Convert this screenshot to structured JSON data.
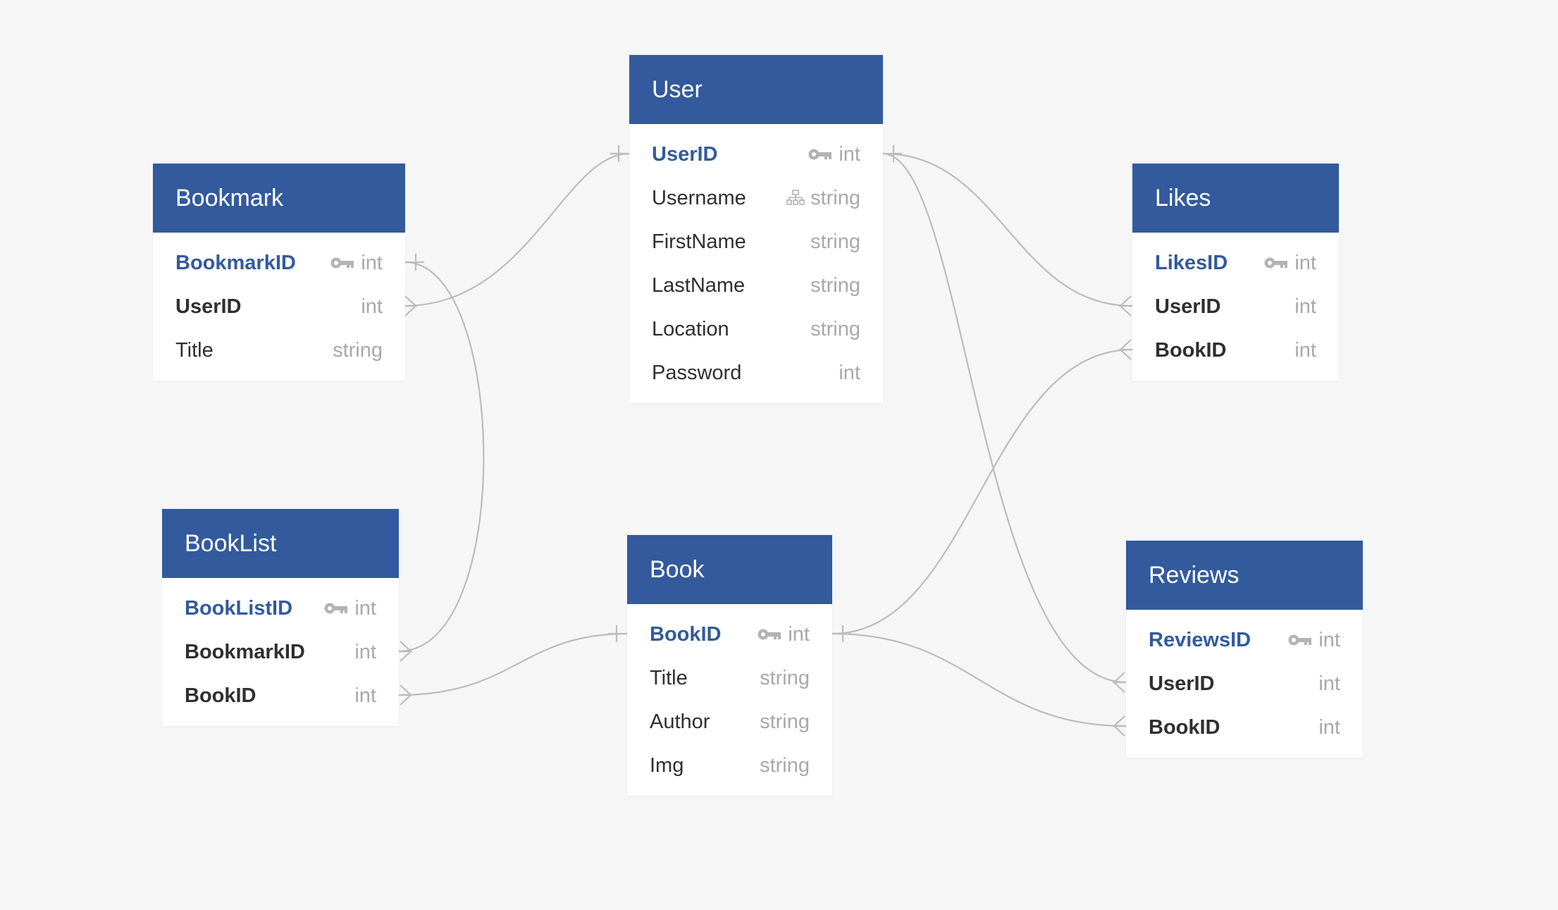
{
  "colors": {
    "background": "#f5f6f5",
    "header": "#335a9c",
    "primary_key_text": "#335a9c",
    "field_text": "#2f2f2f",
    "type_text": "#a9a9a9",
    "edge": "#bcbcbc"
  },
  "tables": {
    "user": {
      "title": "User",
      "fields": [
        {
          "name": "UserID",
          "type": "int",
          "icon": "key-icon"
        },
        {
          "name": "Username",
          "type": "string",
          "icon": "hierarchy-icon"
        },
        {
          "name": "FirstName",
          "type": "string"
        },
        {
          "name": "LastName",
          "type": "string"
        },
        {
          "name": "Location",
          "type": "string"
        },
        {
          "name": "Password",
          "type": "int"
        }
      ]
    },
    "bookmark": {
      "title": "Bookmark",
      "fields": [
        {
          "name": "BookmarkID",
          "type": "int",
          "icon": "key-icon"
        },
        {
          "name": "UserID",
          "type": "int"
        },
        {
          "name": "Title",
          "type": "string"
        }
      ]
    },
    "likes": {
      "title": "Likes",
      "fields": [
        {
          "name": "LikesID",
          "type": "int",
          "icon": "key-icon"
        },
        {
          "name": "UserID",
          "type": "int"
        },
        {
          "name": "BookID",
          "type": "int"
        }
      ]
    },
    "booklist": {
      "title": "BookList",
      "fields": [
        {
          "name": "BookListID",
          "type": "int",
          "icon": "key-icon"
        },
        {
          "name": "BookmarkID",
          "type": "int"
        },
        {
          "name": "BookID",
          "type": "int"
        }
      ]
    },
    "book": {
      "title": "Book",
      "fields": [
        {
          "name": "BookID",
          "type": "int",
          "icon": "key-icon"
        },
        {
          "name": "Title",
          "type": "string"
        },
        {
          "name": "Author",
          "type": "string"
        },
        {
          "name": "Img",
          "type": "string"
        }
      ]
    },
    "reviews": {
      "title": "Reviews",
      "fields": [
        {
          "name": "ReviewsID",
          "type": "int",
          "icon": "key-icon"
        },
        {
          "name": "UserID",
          "type": "int"
        },
        {
          "name": "BookID",
          "type": "int"
        }
      ]
    }
  },
  "relations": [
    {
      "from": "User.UserID",
      "to": "Bookmark.UserID",
      "cardinality": "one-to-many"
    },
    {
      "from": "User.UserID",
      "to": "Likes.UserID",
      "cardinality": "one-to-many"
    },
    {
      "from": "User.UserID",
      "to": "Reviews.UserID",
      "cardinality": "one-to-many"
    },
    {
      "from": "Bookmark.BookmarkID",
      "to": "BookList.BookmarkID",
      "cardinality": "one-to-many"
    },
    {
      "from": "Book.BookID",
      "to": "BookList.BookID",
      "cardinality": "one-to-many"
    },
    {
      "from": "Book.BookID",
      "to": "Likes.BookID",
      "cardinality": "one-to-many"
    },
    {
      "from": "Book.BookID",
      "to": "Reviews.BookID",
      "cardinality": "one-to-many"
    }
  ]
}
